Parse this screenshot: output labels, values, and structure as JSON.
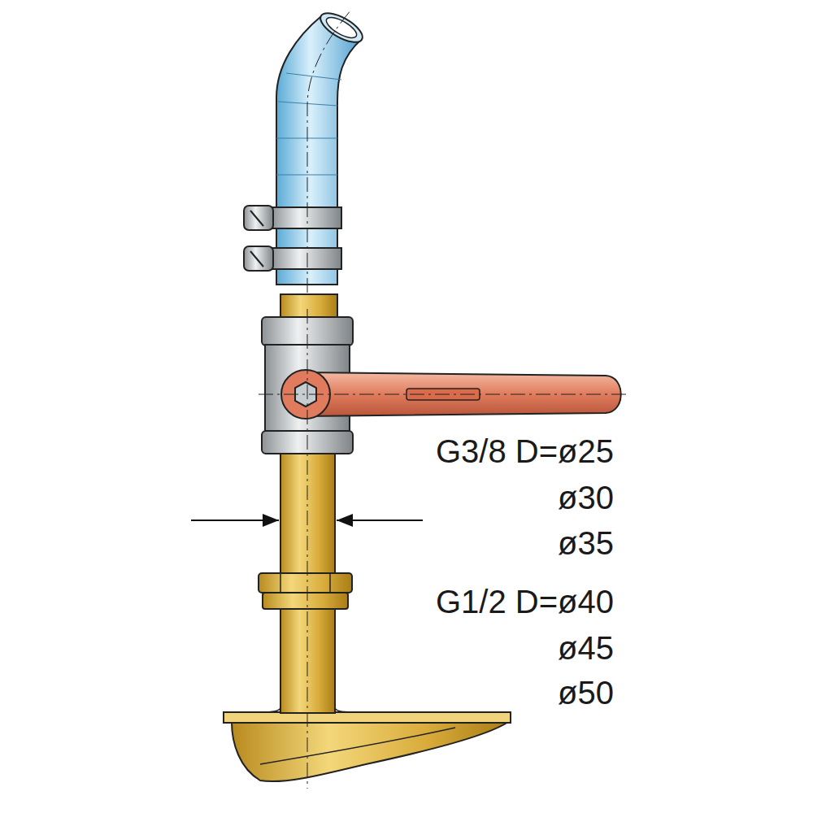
{
  "diagram": {
    "labels": [
      "G3/8 D=ø25",
      "ø30",
      "ø35",
      "G1/2 D=ø40",
      "ø45",
      "ø50"
    ]
  }
}
